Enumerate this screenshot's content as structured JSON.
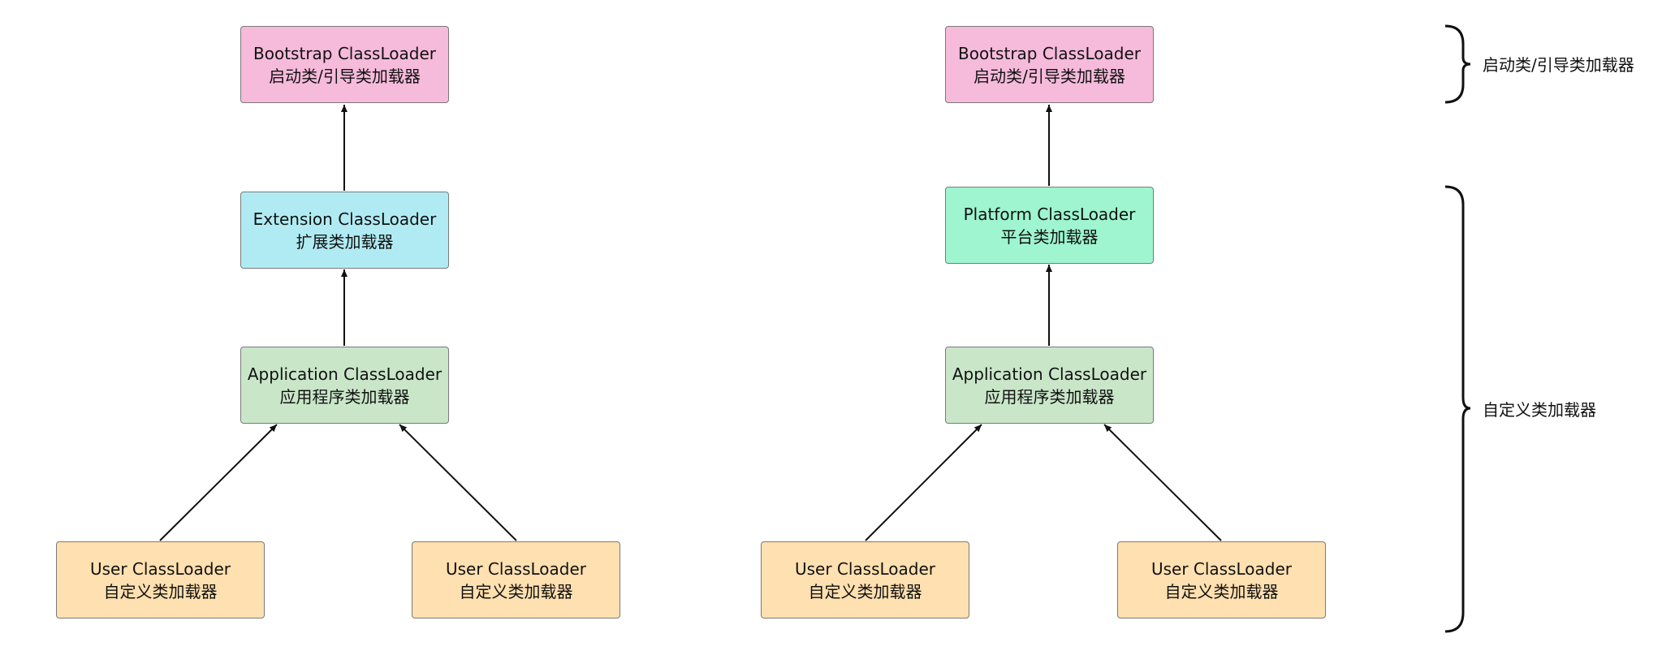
{
  "left_hierarchy": {
    "bootstrap": {
      "title": "Bootstrap ClassLoader",
      "subtitle": "启动类/引导类加载器"
    },
    "extension": {
      "title": "Extension ClassLoader",
      "subtitle": "扩展类加载器"
    },
    "application": {
      "title": "Application ClassLoader",
      "subtitle": "应用程序类加载器"
    },
    "user_1": {
      "title": "User ClassLoader",
      "subtitle": "自定义类加载器"
    },
    "user_2": {
      "title": "User ClassLoader",
      "subtitle": "自定义类加载器"
    }
  },
  "right_hierarchy": {
    "bootstrap": {
      "title": "Bootstrap ClassLoader",
      "subtitle": "启动类/引导类加载器"
    },
    "platform": {
      "title": "Platform ClassLoader",
      "subtitle": "平台类加载器"
    },
    "application": {
      "title": "Application ClassLoader",
      "subtitle": "应用程序类加载器"
    },
    "user_1": {
      "title": "User ClassLoader",
      "subtitle": "自定义类加载器"
    },
    "user_2": {
      "title": "User ClassLoader",
      "subtitle": "自定义类加载器"
    }
  },
  "brace_labels": {
    "bootstrap_group": "启动类/引导类加载器",
    "custom_group": "自定义类加载器"
  },
  "colors": {
    "bootstrap": "#f6badb",
    "extension": "#b0ebf3",
    "platform": "#9ef5cf",
    "application": "#c9e6c9",
    "user": "#ffe0b0"
  }
}
